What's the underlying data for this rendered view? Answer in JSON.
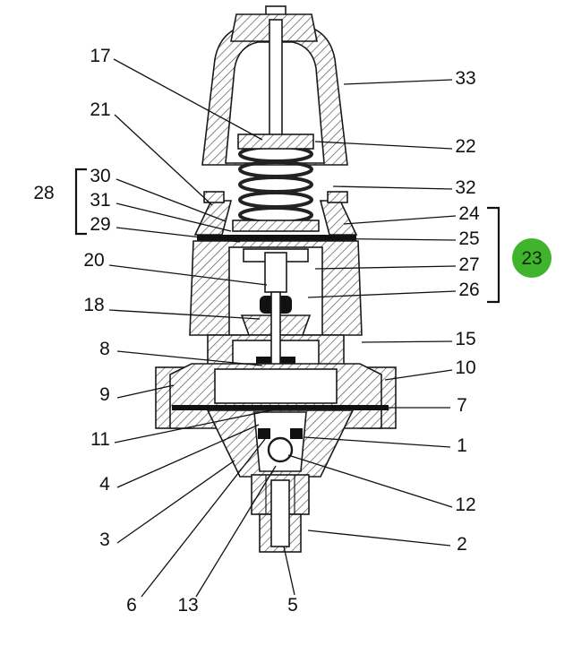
{
  "diagram": {
    "highlight_color": "#3fb42c",
    "highlighted_callout": "23",
    "callouts": {
      "c1": "1",
      "c2": "2",
      "c3": "3",
      "c4": "4",
      "c5": "5",
      "c6": "6",
      "c7": "7",
      "c8": "8",
      "c9": "9",
      "c10": "10",
      "c11": "11",
      "c12": "12",
      "c13": "13",
      "c15": "15",
      "c17": "17",
      "c18": "18",
      "c20": "20",
      "c21": "21",
      "c22": "22",
      "c23": "23",
      "c24": "24",
      "c25": "25",
      "c26": "26",
      "c27": "27",
      "c28": "28",
      "c29": "29",
      "c30": "30",
      "c31": "31",
      "c32": "32",
      "c33": "33"
    },
    "groups": [
      {
        "label": "28",
        "members": [
          "30",
          "31",
          "29"
        ]
      },
      {
        "label": "23",
        "members": [
          "24",
          "25",
          "27",
          "26"
        ]
      }
    ]
  }
}
